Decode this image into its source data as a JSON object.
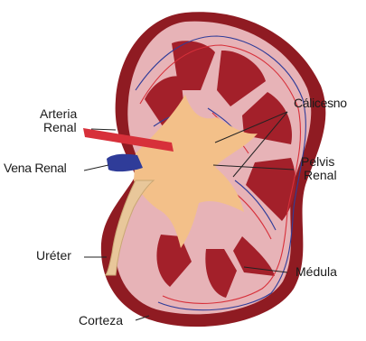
{
  "labels": {
    "arteria_renal": [
      "Arteria",
      "Renal"
    ],
    "vena_renal": "Vena Renal",
    "ureter": "Uréter",
    "corteza": "Corteza",
    "calices": "Cálicesno",
    "pelvis_renal": [
      "Pelvis",
      "Renal"
    ],
    "medula": "Médula"
  },
  "colors": {
    "capsule": "#8f1b22",
    "cortex": "#e7b3b7",
    "pyramid": "#a3202a",
    "pelvis": "#f3c089",
    "artery": "#d7303a",
    "vein": "#2f3c99",
    "ureter": "#e8c79a",
    "leader_line": "#222222"
  }
}
